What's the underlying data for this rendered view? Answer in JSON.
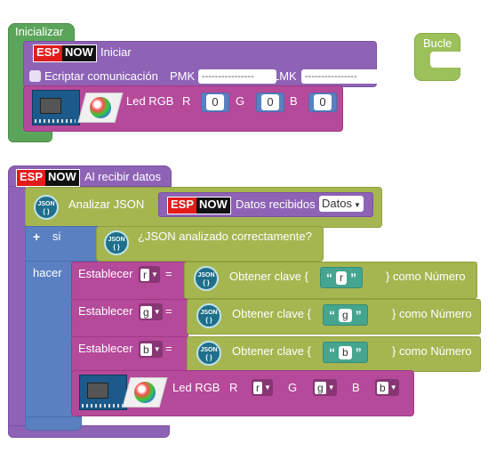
{
  "init": {
    "hat_label": "Inicializar",
    "espnow_esp": "ESP",
    "espnow_now": "NOW",
    "iniciar_label": "Iniciar",
    "encrypt_label": "Ecriptar comunicación",
    "pmk_label": "PMK",
    "pmk_value": "----------------",
    "lmk_label": "LMK",
    "lmk_value": "----------------",
    "led_label": "Led RGB",
    "r_label": "R",
    "g_label": "G",
    "b_label": "B",
    "r_value": "0",
    "g_value": "0",
    "b_value": "0"
  },
  "loop": {
    "label": "Bucle"
  },
  "receive": {
    "espnow_esp": "ESP",
    "espnow_now": "NOW",
    "hat_label": "Al recibir datos",
    "json_icon": "JSON\n{}",
    "analizar_label": "Analizar JSON",
    "datos_recibidos_label": "Datos recibidos",
    "datos_dropdown": "Datos",
    "si_label": "si",
    "json_ok_label": "¿JSON analizado correctamente?",
    "hacer_label": "hacer",
    "set_rows": [
      {
        "establecer": "Establecer",
        "var": "r",
        "eq": "=",
        "obtener": "Obtener clave {",
        "key": "r",
        "como": "} como Número"
      },
      {
        "establecer": "Establecer",
        "var": "g",
        "eq": "=",
        "obtener": "Obtener clave {",
        "key": "g",
        "como": "} como Número"
      },
      {
        "establecer": "Establecer",
        "var": "b",
        "eq": "=",
        "obtener": "Obtener clave {",
        "key": "b",
        "como": "} como Número"
      }
    ],
    "led_label": "Led RGB",
    "r_label": "R",
    "g_label": "G",
    "b_label": "B",
    "r_var": "r",
    "g_var": "g",
    "b_var": "b"
  },
  "colors": {
    "green": "#5ba55b",
    "purple": "#8e63b6",
    "magenta": "#b5499a",
    "olive": "#a5b651",
    "blue": "#5b80c2",
    "teal": "#45a58f"
  }
}
